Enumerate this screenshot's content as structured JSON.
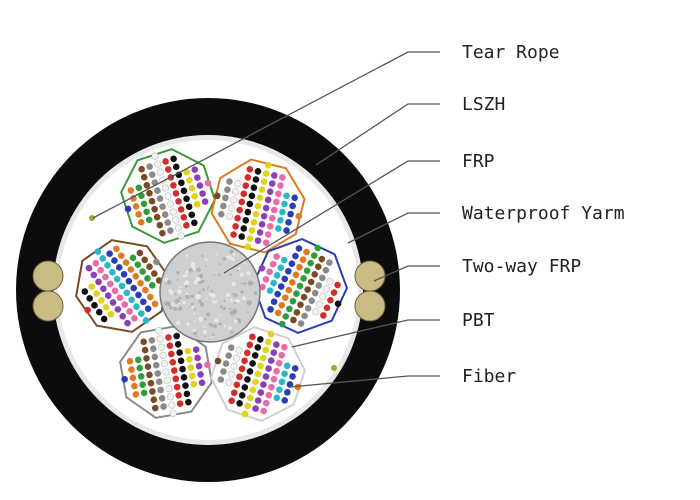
{
  "labels": {
    "tear_rope": "Tear Rope",
    "lszh": "LSZH",
    "frp": "FRP",
    "waterproof_yarn": "Waterproof Yarm",
    "two_way_frp": "Two-way FRP",
    "pbt": "PBT",
    "fiber": "Fiber"
  },
  "colors": {
    "sheath": "#0c0c0c",
    "inner_fill": "#ffffff",
    "strength_member": "#c9bc82",
    "frp_core": "#cfcfcf",
    "leader_line": "#555555",
    "fiber_colors": [
      "#2a3db5",
      "#e07a1f",
      "#2e9e3a",
      "#7a4a22",
      "#8a8a8a",
      "#f2f2f2",
      "#d42b2b",
      "#111111",
      "#e3d21a",
      "#8b3fb8",
      "#e86aa7",
      "#29b6c8"
    ],
    "tube_outline_colors": [
      "#3a9a3a",
      "#e07a1f",
      "#7a4a22",
      "#2a3db5",
      "#8a8a8a",
      "#d0d0d0"
    ]
  },
  "structure": {
    "tube_count": 6,
    "fibers_per_row": 12
  }
}
